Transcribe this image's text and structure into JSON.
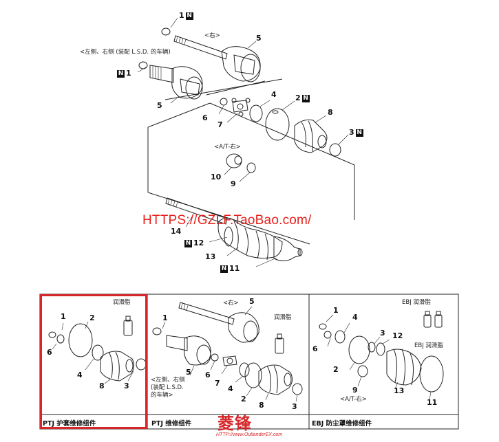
{
  "top": {
    "labels": {
      "l1": "1",
      "l5a": "5",
      "l1b": "1",
      "l5b": "5",
      "l6": "6",
      "l7": "7",
      "l4": "4",
      "l2": "2",
      "l8": "8",
      "l3": "3",
      "l10": "10",
      "l9": "9",
      "l14": "14",
      "l12": "12",
      "l13": "13",
      "l11": "11"
    },
    "n_mark": "N",
    "note_right": "<右>",
    "note_left_right": "<左侧、右侧 (装配 L.S.D. 的车辆)",
    "note_at_right": "<A/T-右>",
    "watermark": "HTTPS://GZLF.TaoBao.com/"
  },
  "panels": [
    {
      "title": "PTJ 护套维修组件",
      "grease": "润滑脂",
      "labels": [
        "1",
        "2",
        "6",
        "4",
        "8",
        "3"
      ]
    },
    {
      "title": "PTJ 维修组件",
      "note_right": "<右>",
      "grease": "润滑脂",
      "note_left_right": [
        "<左侧、右侧",
        "(装配 L.S.D.",
        "的车辆>"
      ],
      "labels": [
        "5",
        "1",
        "5",
        "6",
        "7",
        "4",
        "2",
        "8",
        "3"
      ]
    },
    {
      "title": "EBJ 防尘罩维修组件",
      "grease_a": "EBJ 润滑脂",
      "grease_b": "EBJ 润滑脂",
      "note_at_right": "<A/T-右>",
      "labels": [
        "1",
        "4",
        "3",
        "12",
        "6",
        "2",
        "9",
        "13",
        "11"
      ]
    }
  ],
  "brand": {
    "name": "菱锋",
    "url": "HTTP://www.OutlanderEX.com"
  }
}
